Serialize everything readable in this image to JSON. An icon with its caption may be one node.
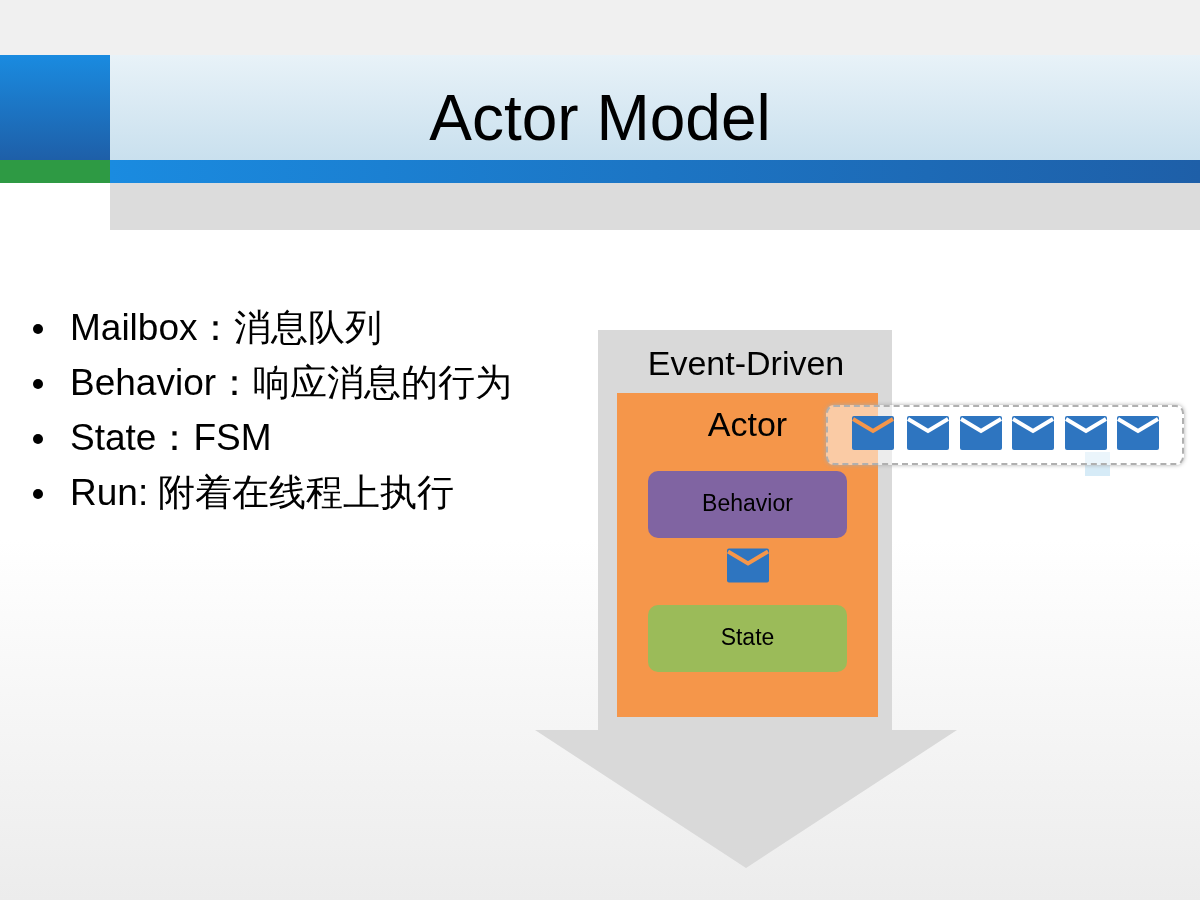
{
  "diagram": {
    "title": "Actor Model",
    "nodes": [
      {
        "text": [
          "Event-Driven"
        ]
      },
      {
        "text": [
          "Actor"
        ],
        "in": 0
      },
      {
        "text": [
          "Behavior"
        ],
        "in": 1
      },
      {
        "text": [
          "State"
        ],
        "in": 1
      }
    ],
    "labels": [
      "Mailbox：消息队列",
      "Behavior：响应消息的行为",
      "State：FSM",
      "Run: 附着在线程上执行"
    ]
  }
}
